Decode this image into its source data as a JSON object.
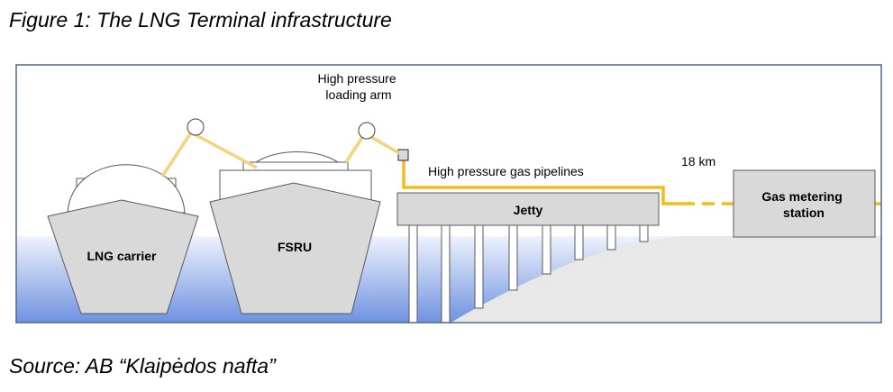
{
  "figure": {
    "title": "Figure 1: The LNG Terminal infrastructure",
    "source": "Source: AB “Klaipėdos nafta”"
  },
  "labels": {
    "loading_arm": [
      "High pressure",
      "loading arm"
    ],
    "pipelines": "High pressure gas pipelines",
    "distance": "18 km",
    "jetty": "Jetty",
    "lng_carrier": "LNG carrier",
    "fsru": "FSRU",
    "metering_station": [
      "Gas metering",
      "station"
    ]
  },
  "colors": {
    "frame": "#4a6a8f",
    "water_top": "#eef3fc",
    "water_bottom": "#6f92e0",
    "pipeline": "#f2bb1f",
    "arm": "#f5d37a",
    "shore": "#e8e8e8",
    "structure_fill": "#d9d9d9",
    "structure_stroke": "#595959"
  }
}
